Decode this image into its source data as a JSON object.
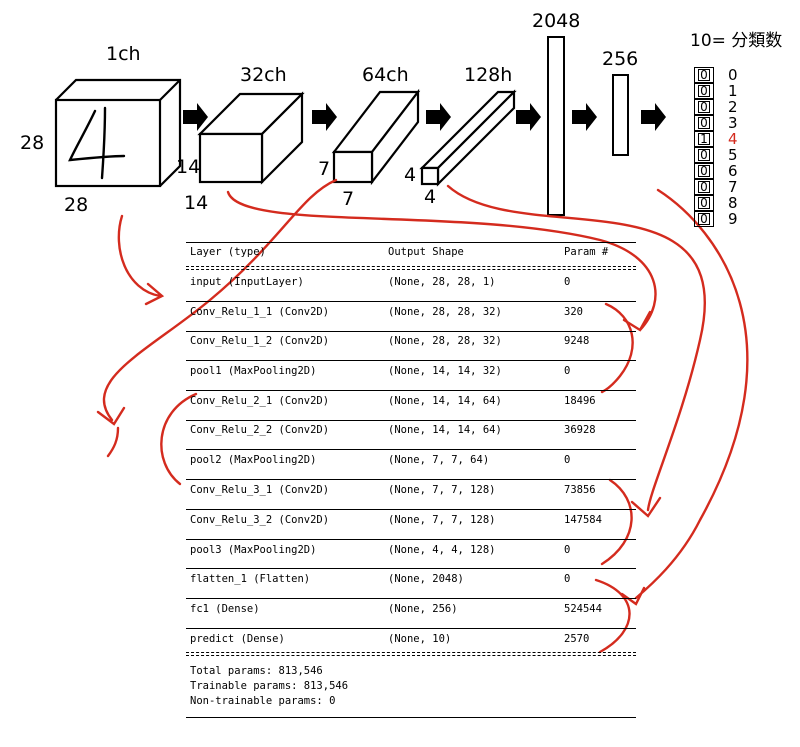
{
  "diagram": {
    "input": {
      "channels_label": "1ch",
      "height_label": "28",
      "width_label": "28",
      "digit": "4"
    },
    "block1": {
      "channels_label": "32ch",
      "height_label": "14",
      "width_label": "14"
    },
    "block2": {
      "channels_label": "64ch",
      "height_label": "7",
      "width_label": "7"
    },
    "block3": {
      "channels_label": "128h",
      "height_label": "4",
      "width_label": "4"
    },
    "flatten": {
      "label": "2048"
    },
    "dense": {
      "label": "256"
    },
    "output": {
      "title": "10= 分類数",
      "cells": [
        "0",
        "0",
        "0",
        "0",
        "1",
        "0",
        "0",
        "0",
        "0",
        "0"
      ],
      "classes": [
        "0",
        "1",
        "2",
        "3",
        "4",
        "5",
        "6",
        "7",
        "8",
        "9"
      ],
      "highlight_index": 4,
      "highlight_color": "#d42b1e"
    },
    "arrow_color": "#d42b1e"
  },
  "summary": {
    "headers": [
      "Layer (type)",
      "Output Shape",
      "Param #"
    ],
    "rows": [
      [
        "input (InputLayer)",
        "(None, 28, 28, 1)",
        "0"
      ],
      [
        "Conv_Relu_1_1 (Conv2D)",
        "(None, 28, 28, 32)",
        "320"
      ],
      [
        "Conv_Relu_1_2 (Conv2D)",
        "(None, 28, 28, 32)",
        "9248"
      ],
      [
        "pool1 (MaxPooling2D)",
        "(None, 14, 14, 32)",
        "0"
      ],
      [
        "Conv_Relu_2_1 (Conv2D)",
        "(None, 14, 14, 64)",
        "18496"
      ],
      [
        "Conv_Relu_2_2 (Conv2D)",
        "(None, 14, 14, 64)",
        "36928"
      ],
      [
        "pool2 (MaxPooling2D)",
        "(None, 7, 7, 64)",
        "0"
      ],
      [
        "Conv_Relu_3_1 (Conv2D)",
        "(None, 7, 7, 128)",
        "73856"
      ],
      [
        "Conv_Relu_3_2 (Conv2D)",
        "(None, 7, 7, 128)",
        "147584"
      ],
      [
        "pool3 (MaxPooling2D)",
        "(None, 4, 4, 128)",
        "0"
      ],
      [
        "flatten_1 (Flatten)",
        "(None, 2048)",
        "0"
      ],
      [
        "fc1 (Dense)",
        "(None, 256)",
        "524544"
      ],
      [
        "predict (Dense)",
        "(None, 10)",
        "2570"
      ]
    ],
    "totals": {
      "total": "Total params: 813,546",
      "trainable": "Trainable params: 813,546",
      "non_trainable": "Non-trainable params: 0"
    }
  }
}
